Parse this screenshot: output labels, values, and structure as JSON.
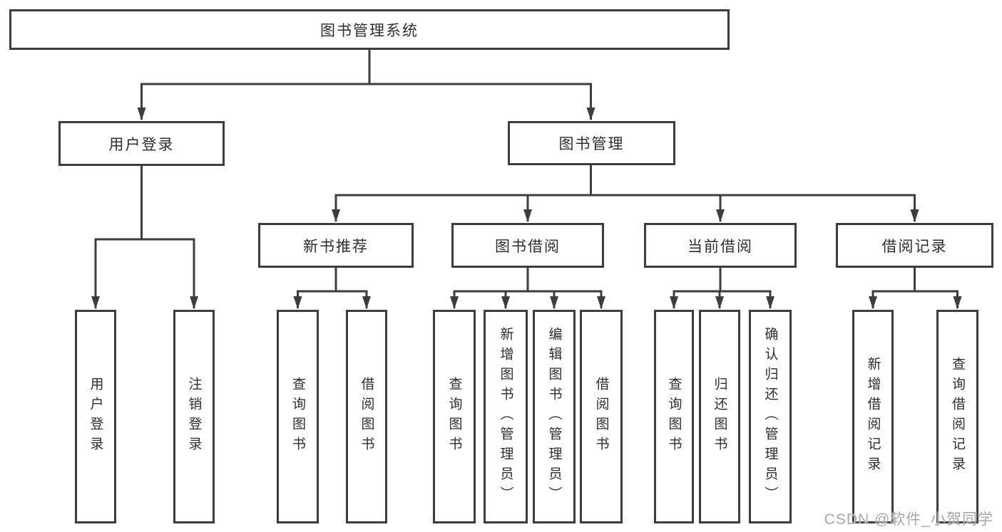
{
  "colors": {
    "line": "#3d3d3d",
    "box_border": "#3d3d3d",
    "text": "#2e2e2e",
    "watermark": "#a6a6a6",
    "background": "#ffffff"
  },
  "tree": {
    "root": {
      "label": "图书管理系统"
    },
    "branches": [
      {
        "label": "用户登录",
        "children": [
          {
            "label": "用户登录"
          },
          {
            "label": "注销登录"
          }
        ]
      },
      {
        "label": "图书管理",
        "children": [
          {
            "label": "新书推荐",
            "children": [
              {
                "label": "查询图书"
              },
              {
                "label": "借阅图书"
              }
            ]
          },
          {
            "label": "图书借阅",
            "children": [
              {
                "label": "查询图书"
              },
              {
                "label": "新增图书（管理员）"
              },
              {
                "label": "编辑图书（管理员）"
              },
              {
                "label": "借阅图书"
              }
            ]
          },
          {
            "label": "当前借阅",
            "children": [
              {
                "label": "查询图书"
              },
              {
                "label": "归还图书"
              },
              {
                "label": "确认归还（管理员）"
              }
            ]
          },
          {
            "label": "借阅记录",
            "children": [
              {
                "label": "新增借阅记录"
              },
              {
                "label": "查询借阅记录"
              }
            ]
          }
        ]
      }
    ]
  },
  "watermark": {
    "text": "CSDN @软件_小贺同学"
  }
}
